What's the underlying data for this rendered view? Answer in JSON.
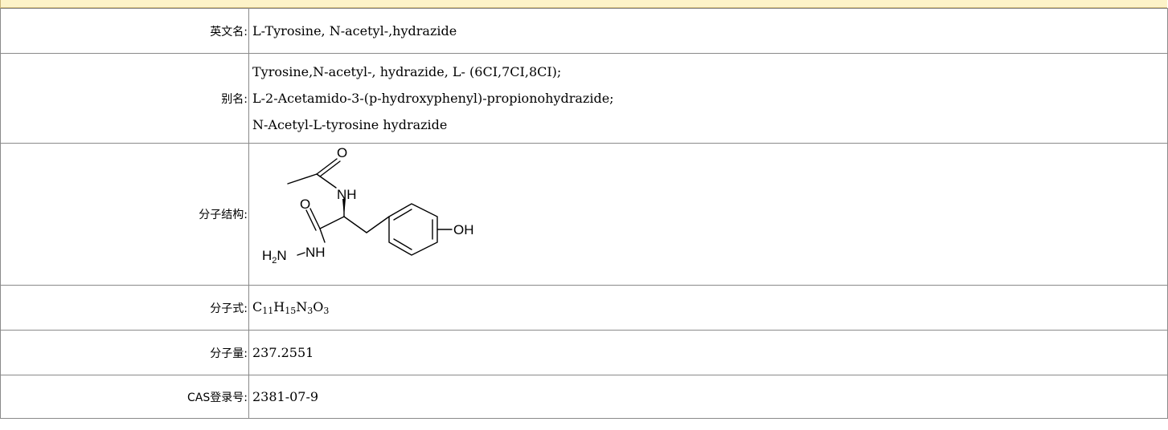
{
  "rows": {
    "english_name": {
      "label": "英文名:",
      "value": "L-Tyrosine, N-acetyl-,hydrazide"
    },
    "aliases": {
      "label": "别名:",
      "items": [
        "Tyrosine,N-acetyl-, hydrazide, L- (6CI,7CI,8CI);",
        "L-2-Acetamido-3-(p-hydroxyphenyl)-propionohydrazide;",
        "N-Acetyl-L-tyrosine hydrazide"
      ]
    },
    "structure": {
      "label": "分子结构:",
      "atoms": {
        "o_top": "O",
        "nh": "NH",
        "o_left": "O",
        "oh": "OH",
        "h2n": "H",
        "h2n_sub": "2",
        "h2n_rest": "N",
        "nh2": "NH"
      }
    },
    "formula": {
      "label": "分子式:",
      "parts": [
        {
          "el": "C",
          "n": "11"
        },
        {
          "el": "H",
          "n": "15"
        },
        {
          "el": "N",
          "n": "3"
        },
        {
          "el": "O",
          "n": "3"
        }
      ]
    },
    "molecular_weight": {
      "label": "分子量:",
      "value": "237.2551"
    },
    "cas": {
      "label": "CAS登录号:",
      "value": "2381-07-9"
    }
  }
}
